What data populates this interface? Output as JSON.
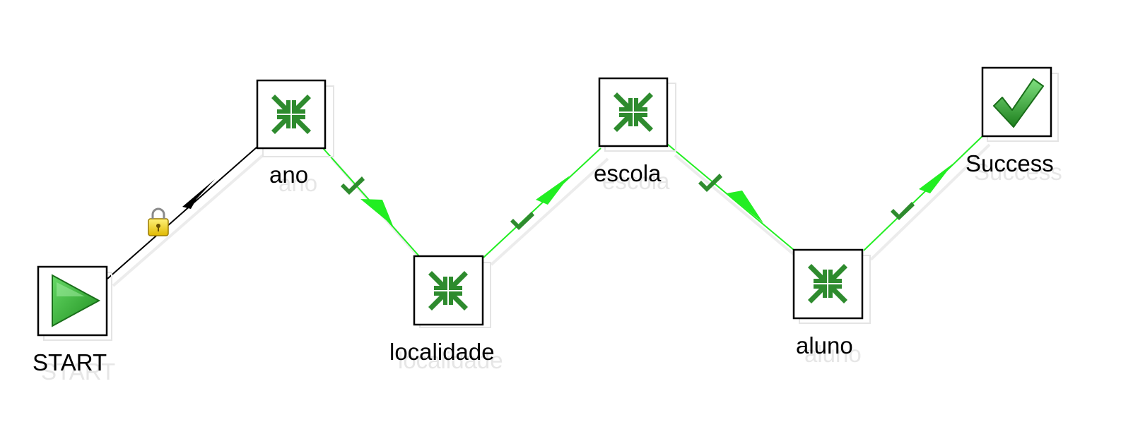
{
  "diagram": {
    "nodes": {
      "start": {
        "label": "START"
      },
      "ano": {
        "label": "ano"
      },
      "localidade": {
        "label": "localidade"
      },
      "escola": {
        "label": "escola"
      },
      "aluno": {
        "label": "aluno"
      },
      "success": {
        "label": "Success"
      }
    },
    "hops": [
      {
        "from": "START",
        "to": "ano",
        "type": "unconditional"
      },
      {
        "from": "ano",
        "to": "localidade",
        "type": "on-success"
      },
      {
        "from": "localidade",
        "to": "escola",
        "type": "on-success"
      },
      {
        "from": "escola",
        "to": "aluno",
        "type": "on-success"
      },
      {
        "from": "aluno",
        "to": "Success",
        "type": "on-success"
      }
    ],
    "colors": {
      "success_hop": "#22ee22",
      "unconditional_hop": "#000000",
      "icon_green": "#2e8b2e",
      "node_border": "#000000"
    },
    "icons": {
      "start": "play-icon",
      "job_entry": "collapse-arrows-icon",
      "success": "checkmark-icon",
      "lock": "lock-icon",
      "hop_check": "small-checkmark-icon"
    }
  }
}
